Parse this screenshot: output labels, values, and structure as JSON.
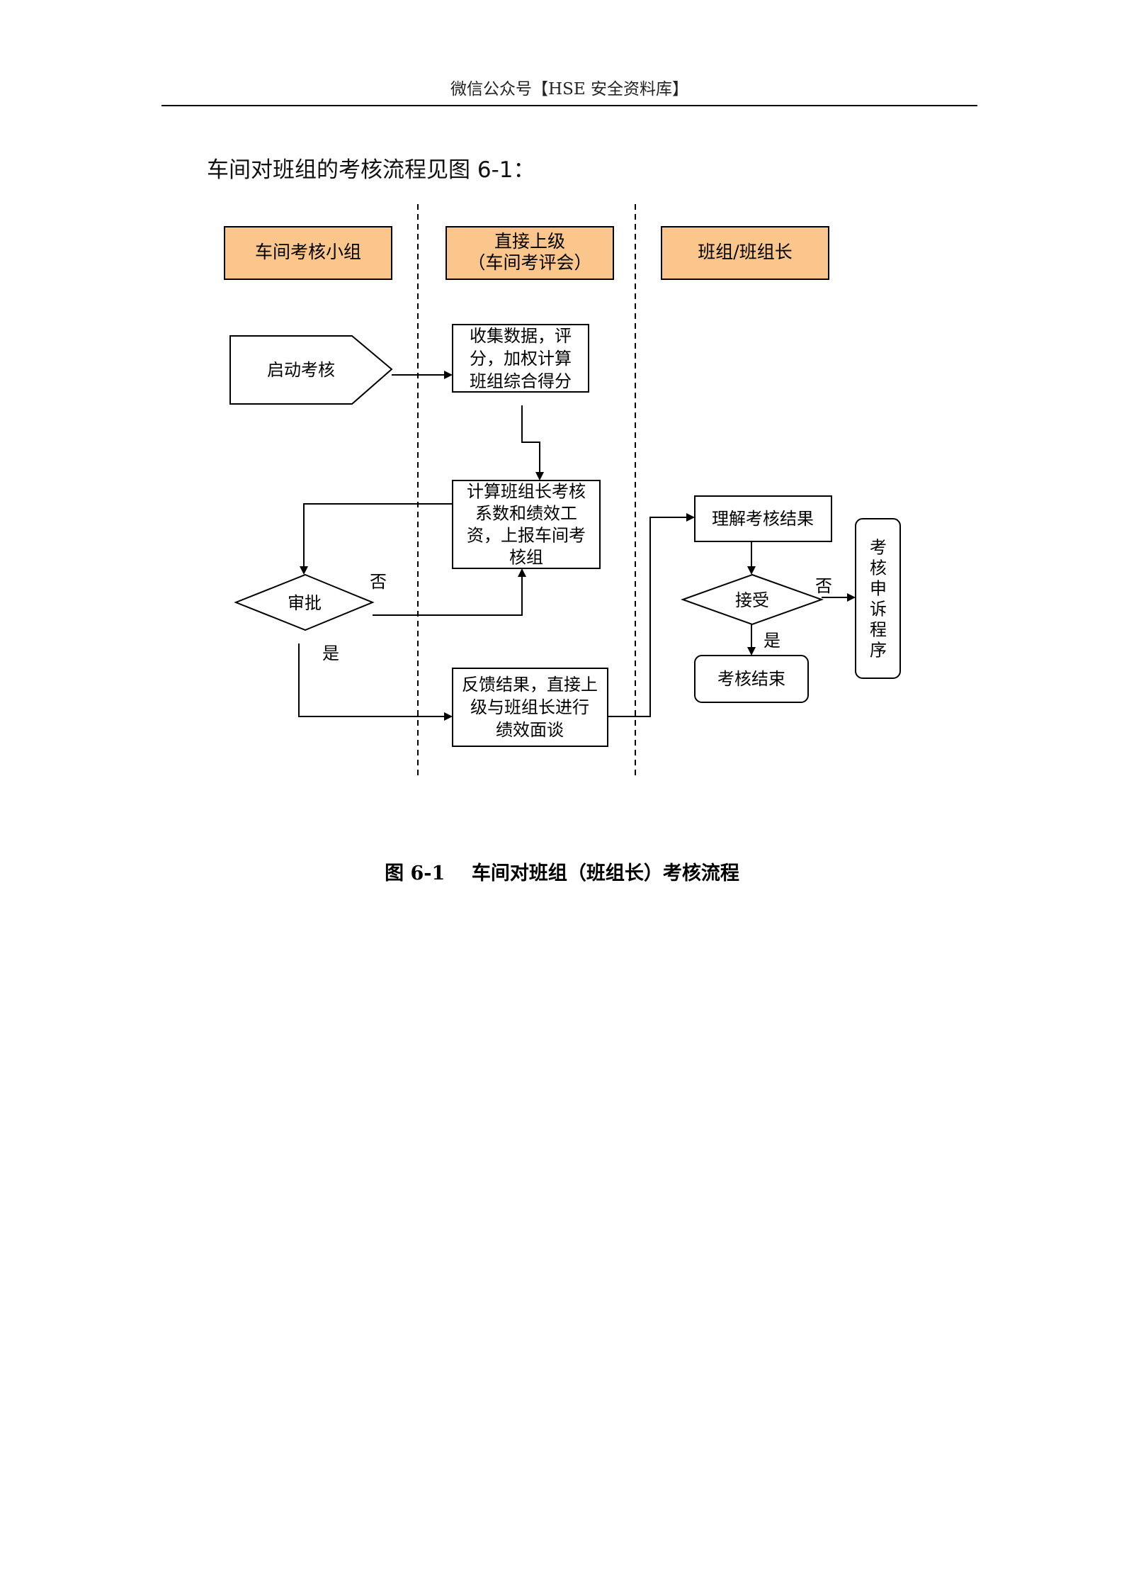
{
  "header": {
    "text": "微信公众号【HSE 安全资料库】"
  },
  "intro": {
    "text": "车间对班组的考核流程见图 6-1："
  },
  "lanes": [
    {
      "lines": [
        "车间考核小组"
      ],
      "color": "#fbc68c"
    },
    {
      "lines": [
        "直接上级",
        "（车间考评会）"
      ],
      "color": "#fbc68c"
    },
    {
      "lines": [
        "班组/班组长"
      ],
      "color": "#fbc68c"
    }
  ],
  "nodes": {
    "start": {
      "lines": [
        "启动考核"
      ]
    },
    "collect": {
      "lines": [
        "收集数据，评",
        "分，加权计算",
        "班组综合得分"
      ]
    },
    "calc": {
      "lines": [
        "计算班组长考核",
        "系数和绩效工",
        "资，上报车间考",
        "核组"
      ]
    },
    "approve": {
      "lines": [
        "审批"
      ]
    },
    "feedback": {
      "lines": [
        "反馈结果，直接上",
        "级与班组长进行",
        "绩效面谈"
      ]
    },
    "understand": {
      "lines": [
        "理解考核结果"
      ]
    },
    "accept": {
      "lines": [
        "接受"
      ]
    },
    "end": {
      "lines": [
        "考核结束"
      ]
    },
    "appeal": {
      "lines": [
        "考",
        "核",
        "申",
        "诉",
        "程",
        "序"
      ]
    }
  },
  "edge_labels": {
    "approve_no": "否",
    "approve_yes": "是",
    "accept_no": "否",
    "accept_yes": "是"
  },
  "caption": {
    "text": "图 6-1    车间对班组（班组长）考核流程"
  }
}
